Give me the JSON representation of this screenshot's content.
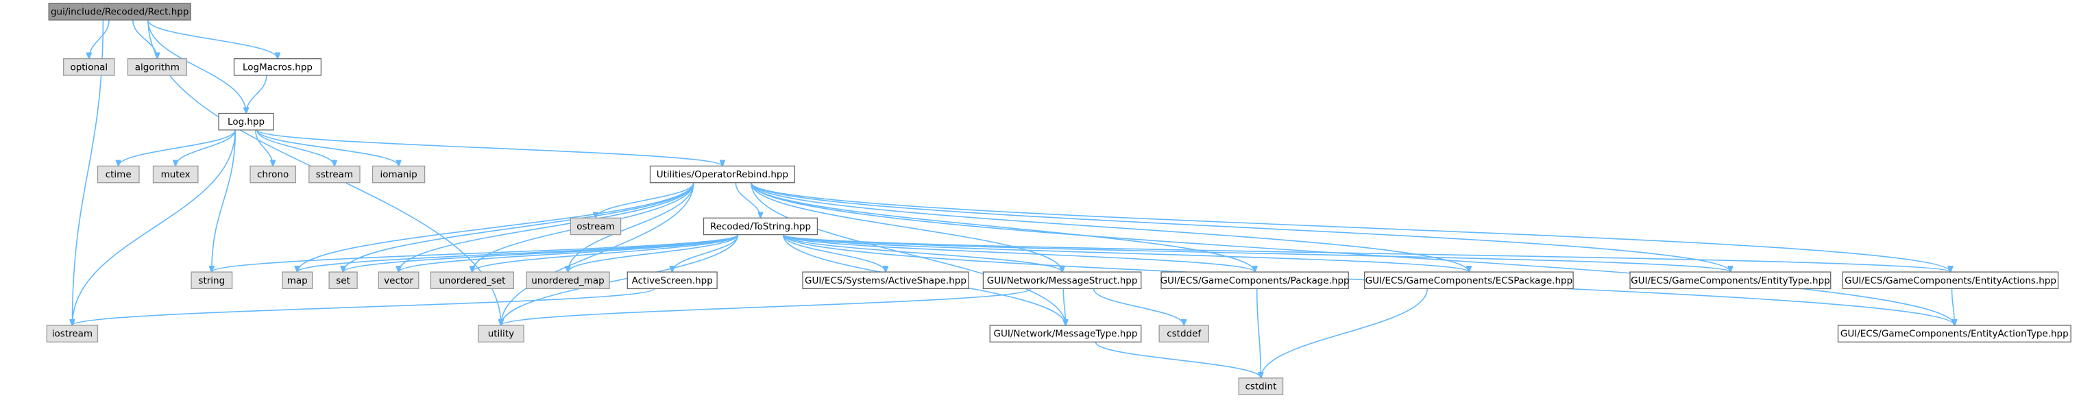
{
  "diagram": {
    "colors": {
      "edge": "#63b8ff",
      "root_fill": "#999999",
      "header_fill": "#ffffff",
      "header_border": "#666666",
      "system_fill": "#e0e0e0",
      "system_border": "#999999"
    },
    "nodes": [
      {
        "id": "rect",
        "label": "gui/include/Recoded/Rect.hpp",
        "kind": "root"
      },
      {
        "id": "optional",
        "label": "optional",
        "kind": "system"
      },
      {
        "id": "algorithm",
        "label": "algorithm",
        "kind": "system"
      },
      {
        "id": "logmacros",
        "label": "LogMacros.hpp",
        "kind": "header"
      },
      {
        "id": "log",
        "label": "Log.hpp",
        "kind": "header"
      },
      {
        "id": "ctime",
        "label": "ctime",
        "kind": "system"
      },
      {
        "id": "mutex",
        "label": "mutex",
        "kind": "system"
      },
      {
        "id": "chrono",
        "label": "chrono",
        "kind": "system"
      },
      {
        "id": "sstream",
        "label": "sstream",
        "kind": "system"
      },
      {
        "id": "iomanip",
        "label": "iomanip",
        "kind": "system"
      },
      {
        "id": "oprebind",
        "label": "Utilities/OperatorRebind.hpp",
        "kind": "header"
      },
      {
        "id": "ostream",
        "label": "ostream",
        "kind": "system"
      },
      {
        "id": "tostring",
        "label": "Recoded/ToString.hpp",
        "kind": "header"
      },
      {
        "id": "string",
        "label": "string",
        "kind": "system"
      },
      {
        "id": "map",
        "label": "map",
        "kind": "system"
      },
      {
        "id": "set",
        "label": "set",
        "kind": "system"
      },
      {
        "id": "vector",
        "label": "vector",
        "kind": "system"
      },
      {
        "id": "uset",
        "label": "unordered_set",
        "kind": "system"
      },
      {
        "id": "umap",
        "label": "unordered_map",
        "kind": "system"
      },
      {
        "id": "activescreen",
        "label": "ActiveScreen.hpp",
        "kind": "header"
      },
      {
        "id": "activeshape",
        "label": "GUI/ECS/Systems/ActiveShape.hpp",
        "kind": "header"
      },
      {
        "id": "msgstruct",
        "label": "GUI/Network/MessageStruct.hpp",
        "kind": "header"
      },
      {
        "id": "package",
        "label": "GUI/ECS/GameComponents/Package.hpp",
        "kind": "header"
      },
      {
        "id": "ecspackage",
        "label": "GUI/ECS/GameComponents/ECSPackage.hpp",
        "kind": "header"
      },
      {
        "id": "entitytype",
        "label": "GUI/ECS/GameComponents/EntityType.hpp",
        "kind": "header"
      },
      {
        "id": "entityactions",
        "label": "GUI/ECS/GameComponents/EntityActions.hpp",
        "kind": "header"
      },
      {
        "id": "iostream",
        "label": "iostream",
        "kind": "system"
      },
      {
        "id": "utility",
        "label": "utility",
        "kind": "system"
      },
      {
        "id": "cstddef",
        "label": "cstddef",
        "kind": "system"
      },
      {
        "id": "msgtype",
        "label": "GUI/Network/MessageType.hpp",
        "kind": "header"
      },
      {
        "id": "entityactiontype",
        "label": "GUI/ECS/GameComponents/EntityActionType.hpp",
        "kind": "header"
      },
      {
        "id": "cstdint",
        "label": "cstdint",
        "kind": "system"
      }
    ],
    "edges": [
      [
        "rect",
        "optional"
      ],
      [
        "rect",
        "algorithm"
      ],
      [
        "rect",
        "logmacros"
      ],
      [
        "rect",
        "log"
      ],
      [
        "rect",
        "iostream"
      ],
      [
        "rect",
        "utility"
      ],
      [
        "logmacros",
        "log"
      ],
      [
        "log",
        "ctime"
      ],
      [
        "log",
        "mutex"
      ],
      [
        "log",
        "chrono"
      ],
      [
        "log",
        "sstream"
      ],
      [
        "log",
        "iomanip"
      ],
      [
        "log",
        "string"
      ],
      [
        "log",
        "iostream"
      ],
      [
        "log",
        "oprebind"
      ],
      [
        "oprebind",
        "ostream"
      ],
      [
        "oprebind",
        "tostring"
      ],
      [
        "oprebind",
        "map"
      ],
      [
        "oprebind",
        "set"
      ],
      [
        "oprebind",
        "vector"
      ],
      [
        "oprebind",
        "uset"
      ],
      [
        "oprebind",
        "umap"
      ],
      [
        "oprebind",
        "utility"
      ],
      [
        "oprebind",
        "msgstruct"
      ],
      [
        "oprebind",
        "package"
      ],
      [
        "oprebind",
        "ecspackage"
      ],
      [
        "oprebind",
        "entitytype"
      ],
      [
        "oprebind",
        "entityactions"
      ],
      [
        "oprebind",
        "entityactiontype"
      ],
      [
        "oprebind",
        "msgtype"
      ],
      [
        "tostring",
        "string"
      ],
      [
        "tostring",
        "map"
      ],
      [
        "tostring",
        "set"
      ],
      [
        "tostring",
        "vector"
      ],
      [
        "tostring",
        "uset"
      ],
      [
        "tostring",
        "umap"
      ],
      [
        "tostring",
        "activescreen"
      ],
      [
        "tostring",
        "activeshape"
      ],
      [
        "tostring",
        "msgstruct"
      ],
      [
        "tostring",
        "package"
      ],
      [
        "tostring",
        "ecspackage"
      ],
      [
        "tostring",
        "entitytype"
      ],
      [
        "tostring",
        "entityactions"
      ],
      [
        "tostring",
        "entityactiontype"
      ],
      [
        "tostring",
        "msgtype"
      ],
      [
        "tostring",
        "utility"
      ],
      [
        "activescreen",
        "iostream"
      ],
      [
        "msgstruct",
        "utility"
      ],
      [
        "msgstruct",
        "cstddef"
      ],
      [
        "msgstruct",
        "msgtype"
      ],
      [
        "package",
        "cstdint"
      ],
      [
        "ecspackage",
        "cstdint"
      ],
      [
        "entityactions",
        "entityactiontype"
      ],
      [
        "msgtype",
        "cstdint"
      ]
    ]
  }
}
